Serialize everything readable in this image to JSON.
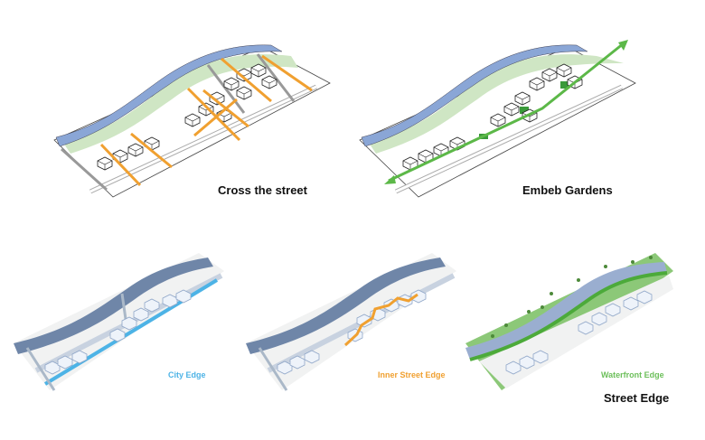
{
  "panels": {
    "cross_the_street": {
      "title": "Cross the street"
    },
    "embed_gardens": {
      "title": "Embeb Gardens"
    },
    "city_edge": {
      "title": "City Edge",
      "color": "#4db3e6"
    },
    "inner_street_edge": {
      "title": "Inner Street Edge",
      "color": "#f0a030"
    },
    "waterfront_edge": {
      "title": "Waterfront Edge",
      "color": "#6cbf5a"
    }
  },
  "section_title": "Street Edge",
  "colors": {
    "river_top": "#8aa6d6",
    "river_bottom": "#6f86a8",
    "green": "#cfe6c4",
    "arrow_orange": "#f0a030",
    "arrow_green": "#5cb848"
  }
}
